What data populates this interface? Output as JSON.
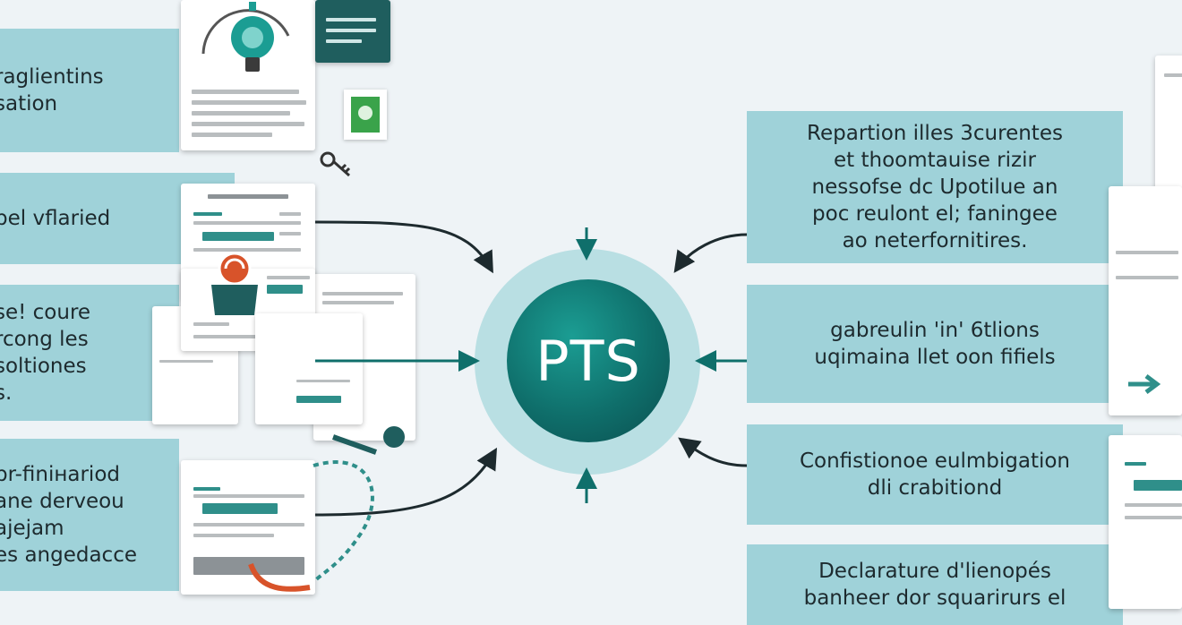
{
  "center": {
    "label": "PTS"
  },
  "left_boxes": [
    {
      "text": "raglientins\nsation"
    },
    {
      "text": "bel vflaried"
    },
    {
      "text": "se! coure\nrcong les\nsoltiones\ns."
    },
    {
      "text": "br-finінarіod\nane dervеou\nајеjam\nes angedacce"
    }
  ],
  "right_boxes": [
    {
      "text": "Repartion illes 3curentes\net thoomtauise rizir\nnessofse dc Upotilue an\npoc reulont el; faningee\nao neterfornitires."
    },
    {
      "text": "gabreulin 'in' 6tlions\nuqimaina llet oon fifiels"
    },
    {
      "text": "Confistionoe eulmbigation\ndli crabitiond"
    },
    {
      "text": "Declarature d'lienopés\nbanheer dor squarirurs el"
    }
  ],
  "colors": {
    "box": "#9fd2d9",
    "hub": "#0f6f6b",
    "hub_ring": "#b9dfe3",
    "teal_accent": "#2f8f8a",
    "arrow": "#1d2a2e",
    "badge_green": "#3aa34a",
    "badge_orange": "#d8532a"
  },
  "icons": [
    "lightbulb-icon",
    "leaf-badge-icon",
    "stamp-icon",
    "key-icon",
    "arrow-right-icon"
  ]
}
